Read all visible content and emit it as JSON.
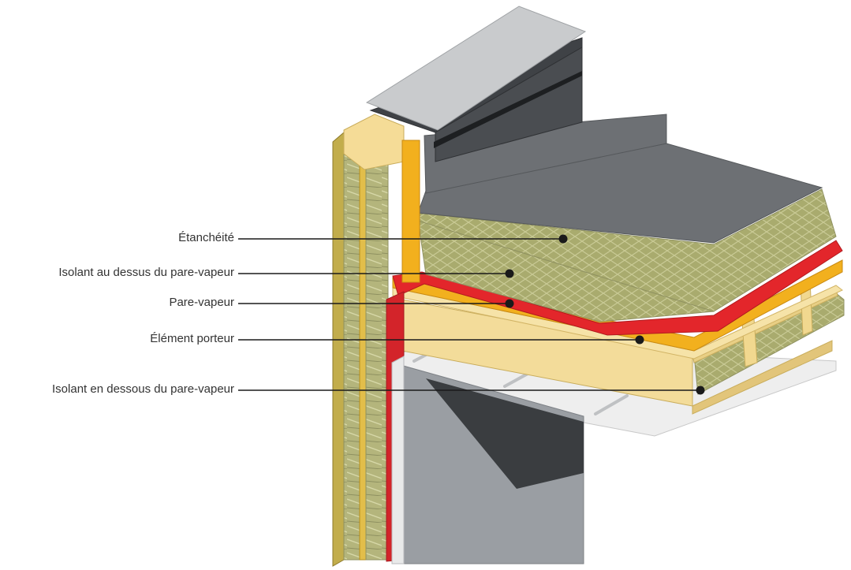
{
  "callouts": [
    {
      "id": "etancheite",
      "label": "Étanchéité"
    },
    {
      "id": "isolant-dessus",
      "label": "Isolant au dessus du pare-vapeur"
    },
    {
      "id": "pare-vapeur",
      "label": "Pare-vapeur"
    },
    {
      "id": "element-porteur",
      "label": "Élément porteur"
    },
    {
      "id": "isolant-dessous",
      "label": "Isolant en dessous du pare-vapeur"
    }
  ],
  "colors": {
    "membrane": "#6b6e72",
    "flashing": "#c9cbcd",
    "insulation": "#b8b97e",
    "vapour_barrier": "#e3262b",
    "timber": "#f3dc9a",
    "plank": "#f2b01e",
    "wall_finish": "#9a9ea3"
  }
}
